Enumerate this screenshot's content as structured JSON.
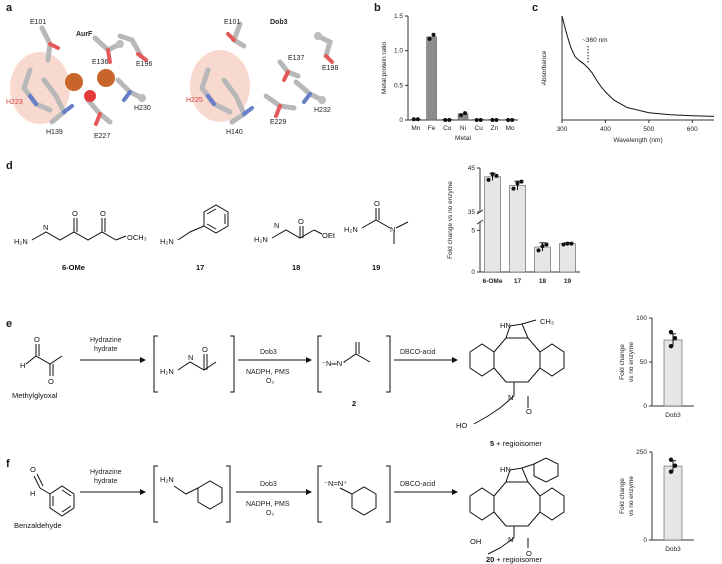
{
  "panels": {
    "a": {
      "label": "a",
      "left_title": "AurF",
      "right_title": "Dob3",
      "left_residues": [
        "E101",
        "E136",
        "E196",
        "H223",
        "H139",
        "E227",
        "H230"
      ],
      "right_residues": [
        "E101",
        "E137",
        "E198",
        "H225",
        "H140",
        "E229",
        "H232"
      ]
    },
    "b": {
      "label": "b"
    },
    "c": {
      "label": "c",
      "annotation": "~360 nm"
    },
    "d": {
      "label": "d",
      "compounds": [
        "6-OMe",
        "17",
        "18",
        "19"
      ],
      "atom_labels": {
        "h2n": "H₂N",
        "och3": "OCH₃",
        "oet": "OEt",
        "n": "N",
        "o": "O"
      }
    },
    "e": {
      "label": "e",
      "start_name": "Methylglyoxal",
      "reagent1": "Hydrazine\nhydrate",
      "reagent2": "Dob3",
      "reagent2_below": "NADPH, PMS\nO₂",
      "reagent3": "DBCO-acid",
      "intermediate_label": "2",
      "product_label": "5 + regioisomer",
      "product_number": "5",
      "product_suffix": " + regioisomer",
      "atom_labels": {
        "hn": "HN",
        "n": "N",
        "o": "O",
        "ho": "HO",
        "ch3": "CH₃",
        "h2n": "H₂N",
        "nplus": "⁻N═N⁺"
      }
    },
    "f": {
      "label": "f",
      "start_name": "Benzaldehyde",
      "reagent1": "Hydrazine\nhydrate",
      "reagent2": "Dob3",
      "reagent2_below": "NADPH, PMS\nO₂",
      "reagent3": "DBCO-acid",
      "product_number": "20",
      "product_suffix": " + regioisomer",
      "atom_labels": {
        "hn": "HN",
        "n": "N",
        "o": "O",
        "oh": "OH",
        "h": "H",
        "h2n": "H₂N"
      }
    }
  },
  "chart_data": [
    {
      "id": "b",
      "type": "bar",
      "categories": [
        "Mn",
        "Fe",
        "Co",
        "Ni",
        "Cu",
        "Zn",
        "Mo"
      ],
      "values": [
        0.01,
        1.2,
        0.01,
        0.09,
        0.01,
        0.01,
        0.01
      ],
      "points": [
        [
          0.01,
          0.01
        ],
        [
          1.17,
          1.23
        ],
        [
          0.0,
          0.0
        ],
        [
          0.07,
          0.1
        ],
        [
          0.0,
          0.0
        ],
        [
          0.0,
          0.0
        ],
        [
          0.0,
          0.0
        ]
      ],
      "xlabel": "Metal",
      "ylabel": "Metal:protein ratio",
      "ylim": [
        0,
        1.5
      ],
      "yticks": [
        0,
        0.5,
        1.0,
        1.5
      ],
      "bar_color": "#8c8c8c"
    },
    {
      "id": "c",
      "type": "line",
      "x": [
        300,
        310,
        320,
        330,
        340,
        350,
        360,
        370,
        380,
        390,
        400,
        420,
        450,
        500,
        550,
        600,
        650
      ],
      "y": [
        1.0,
        0.84,
        0.7,
        0.61,
        0.57,
        0.54,
        0.5,
        0.45,
        0.38,
        0.32,
        0.27,
        0.19,
        0.12,
        0.07,
        0.05,
        0.04,
        0.035
      ],
      "xlabel": "Wavelength (nm)",
      "ylabel": "Absorbance",
      "xlim": [
        300,
        650
      ],
      "xticks": [
        300,
        400,
        500,
        600
      ],
      "annotation_x": 360,
      "grid": false
    },
    {
      "id": "d",
      "type": "bar",
      "categories": [
        "6-OMe",
        "17",
        "18",
        "19"
      ],
      "values": [
        43,
        41,
        3.0,
        3.4
      ],
      "errors": [
        0.8,
        1.0,
        0.5,
        0.1
      ],
      "points": [
        [
          42.3,
          43.6,
          43.2
        ],
        [
          40.3,
          41.5,
          41.9
        ],
        [
          2.6,
          3.1,
          3.3
        ],
        [
          3.3,
          3.4,
          3.4
        ]
      ],
      "ylabel": "Fold change vs no enzyme",
      "yticks": [
        0,
        5,
        35,
        45
      ],
      "axis_break": [
        6,
        35
      ],
      "bar_color": "#e6e6e6"
    },
    {
      "id": "e",
      "type": "bar",
      "categories": [
        "Dob3"
      ],
      "values": [
        75
      ],
      "errors": [
        7
      ],
      "points": [
        [
          68,
          77,
          84
        ]
      ],
      "ylabel": "Fold change vs no enzyme",
      "ylim": [
        0,
        100
      ],
      "yticks": [
        0,
        50,
        100
      ],
      "bar_color": "#e6e6e6"
    },
    {
      "id": "f",
      "type": "bar",
      "categories": [
        "Dob3"
      ],
      "values": [
        210
      ],
      "errors": [
        15
      ],
      "points": [
        [
          194,
          211,
          228
        ]
      ],
      "ylabel": "Fold change vs no enzyme",
      "ylim": [
        0,
        250
      ],
      "yticks": [
        0,
        250
      ],
      "bar_color": "#e6e6e6"
    }
  ]
}
